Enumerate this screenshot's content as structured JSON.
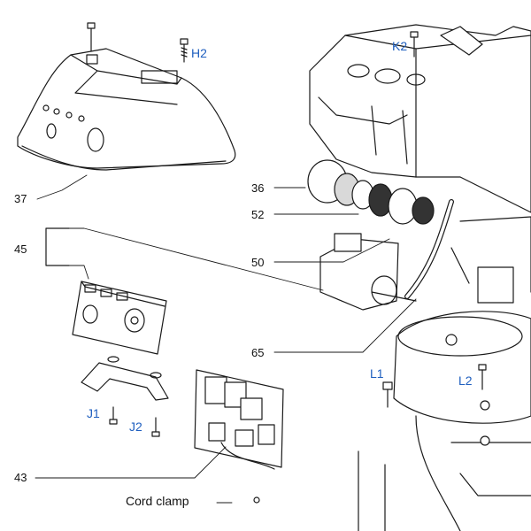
{
  "diagram": {
    "part_labels": {
      "p37": "37",
      "p45": "45",
      "p43": "43",
      "p36": "36",
      "p52": "52",
      "p50": "50",
      "p65": "65",
      "cord_clamp": "Cord clamp"
    },
    "fastener_labels": {
      "h2": "H2",
      "k2": "K2",
      "l1": "L1",
      "l2": "L2",
      "j1": "J1",
      "j2": "J2"
    },
    "colors": {
      "line": "#1a1a1a",
      "fastener_label": "#1f5fbf",
      "part_fill": "#ffffff",
      "shade": "#d9d9d9"
    }
  }
}
